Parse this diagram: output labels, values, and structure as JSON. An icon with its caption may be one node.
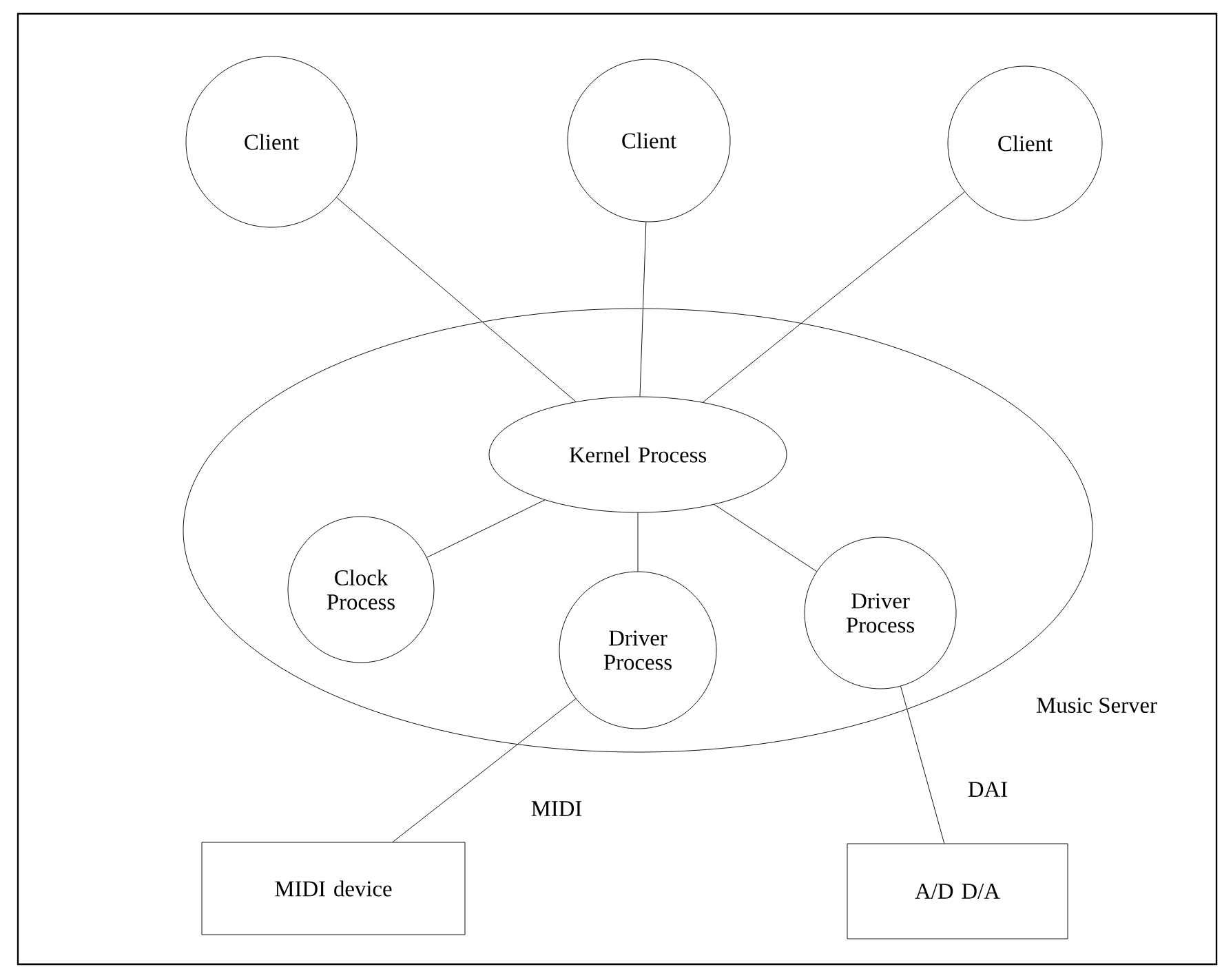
{
  "diagram": {
    "nodes": [
      {
        "text": [
          "Music Server"
        ]
      },
      {
        "text": [
          "Client"
        ]
      },
      {
        "text": [
          "Client"
        ]
      },
      {
        "text": [
          "Client"
        ]
      },
      {
        "text": [
          "Kernel Process"
        ],
        "in": 0
      },
      {
        "text": [
          "Clock Process"
        ],
        "in": 0
      },
      {
        "text": [
          "Driver Process"
        ],
        "in": 0
      },
      {
        "text": [
          "Driver Process"
        ],
        "in": 0
      },
      {
        "text": [
          "MIDI device"
        ]
      },
      {
        "text": [
          "A/D D/A"
        ]
      }
    ],
    "edges": [
      {
        "from": 1,
        "to": 4,
        "arrow": "none"
      },
      {
        "from": 2,
        "to": 4,
        "arrow": "none"
      },
      {
        "from": 3,
        "to": 4,
        "arrow": "none"
      },
      {
        "from": 4,
        "to": 5,
        "arrow": "none"
      },
      {
        "from": 4,
        "to": 6,
        "arrow": "none"
      },
      {
        "from": 4,
        "to": 7,
        "arrow": "none"
      },
      {
        "from": 6,
        "to": 8,
        "arrow": "none",
        "label": "MIDI"
      },
      {
        "from": 7,
        "to": 9,
        "arrow": "none",
        "label": "DAI"
      }
    ]
  }
}
